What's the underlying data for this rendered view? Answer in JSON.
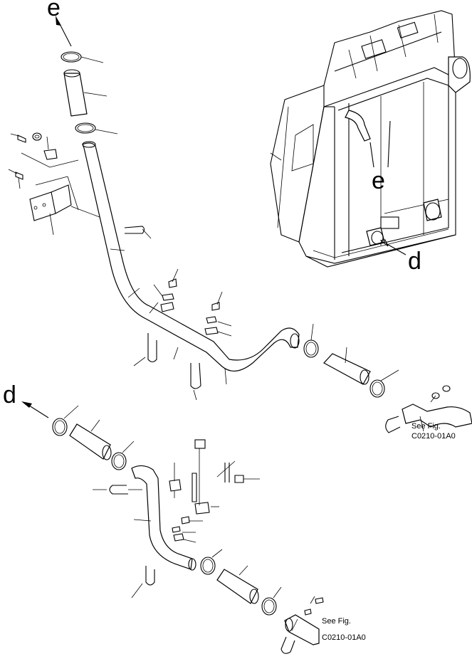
{
  "view_labels": {
    "e_top": "e",
    "e_radiator": "e",
    "d_radiator": "d",
    "d_left": "d"
  },
  "references": {
    "upper": {
      "line1": "See Fig.",
      "line2": "C0210-01A0"
    },
    "lower": {
      "line1": "See Fig.",
      "line2": "C0210-01A0"
    }
  },
  "colors": {
    "ink": "#000000",
    "paper": "#ffffff"
  }
}
